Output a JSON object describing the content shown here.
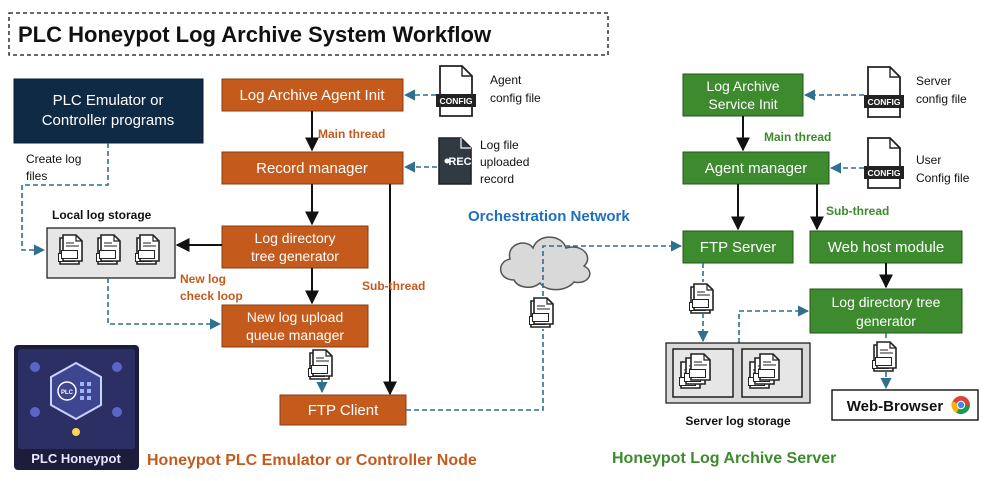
{
  "title": "PLC Honeypot Log Archive System Workflow",
  "colors": {
    "orange": "#c55a1d",
    "green": "#3e8a2e",
    "navy": "#102a43",
    "blue": "#1f6fbf",
    "dashed": "#2f6f8f"
  },
  "client": {
    "plc_box": [
      "PLC Emulator or",
      "Controller  programs"
    ],
    "create_log": [
      "Create log",
      "files"
    ],
    "local_storage": "Local log storage",
    "agent_init": "Log Archive Agent Init",
    "agent_config": [
      "Agent",
      "config file"
    ],
    "main_thread": "Main thread",
    "record_manager": "Record manager",
    "uploaded_record": [
      "Log file",
      "uploaded",
      "record"
    ],
    "tree_generator": [
      "Log directory",
      "tree generator"
    ],
    "check_loop": [
      "New log",
      "check loop"
    ],
    "sub_thread": "Sub-thread",
    "upload_queue": [
      "New log upload",
      "queue manager"
    ],
    "ftp_client": "FTP Client",
    "node_caption": "Honeypot PLC Emulator or Controller  Node",
    "logo_text": "PLC Honeypot"
  },
  "network": "Orchestration Network",
  "server": {
    "service_init": [
      "Log Archive",
      "Service Init"
    ],
    "server_config": [
      "Server",
      "config  file"
    ],
    "main_thread": "Main thread",
    "agent_manager": "Agent manager",
    "user_config": [
      "User",
      "Config file"
    ],
    "sub_thread": "Sub-thread",
    "ftp_server": "FTP Server",
    "web_host": "Web host module",
    "tree_generator": [
      "Log directory tree",
      "generator"
    ],
    "storage": "Server log storage",
    "browser": "Web-Browser",
    "caption": "Honeypot Log Archive Server"
  },
  "icons": {
    "config": "CONFIG",
    "rec": "REC",
    "log": "LOG"
  }
}
